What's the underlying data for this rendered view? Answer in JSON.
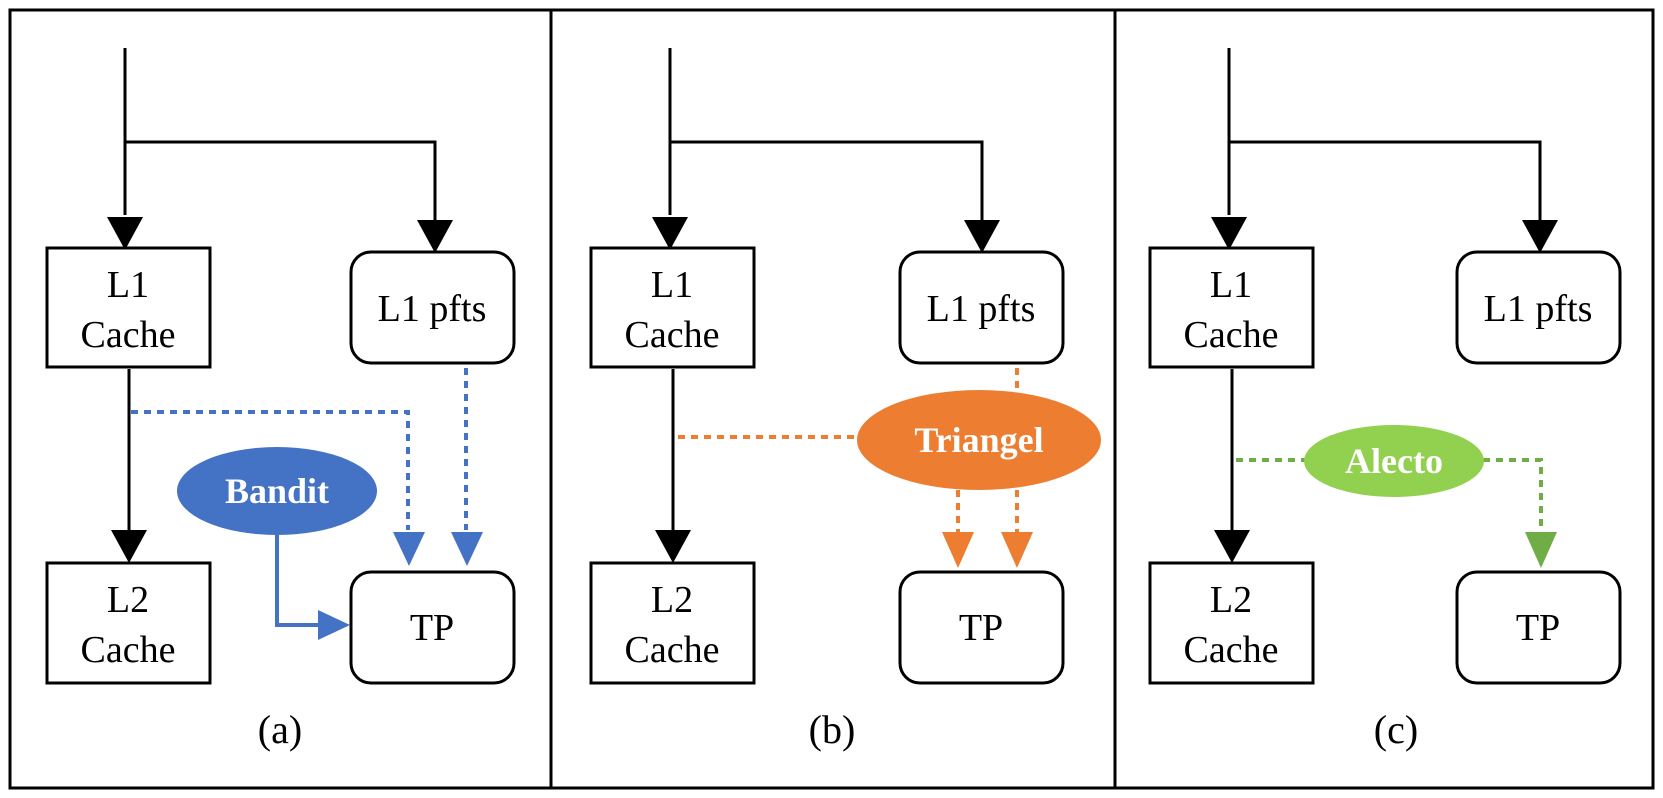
{
  "colors": {
    "bandit": "#4472C4",
    "triangel": "#ED7D31",
    "alecto_fill": "#92D050",
    "alecto_line": "#70AD47",
    "line": "#000000"
  },
  "panel_a": {
    "l1_cache": [
      "L1",
      "Cache"
    ],
    "l1_pfts": "L1 pfts",
    "l2_cache": [
      "L2",
      "Cache"
    ],
    "tp": "TP",
    "controller": "Bandit",
    "caption": "(a)"
  },
  "panel_b": {
    "l1_cache": [
      "L1",
      "Cache"
    ],
    "l1_pfts": "L1 pfts",
    "l2_cache": [
      "L2",
      "Cache"
    ],
    "tp": "TP",
    "controller": "Triangel",
    "caption": "(b)"
  },
  "panel_c": {
    "l1_cache": [
      "L1",
      "Cache"
    ],
    "l1_pfts": "L1 pfts",
    "l2_cache": [
      "L2",
      "Cache"
    ],
    "tp": "TP",
    "controller": "Alecto",
    "caption": "(c)"
  }
}
